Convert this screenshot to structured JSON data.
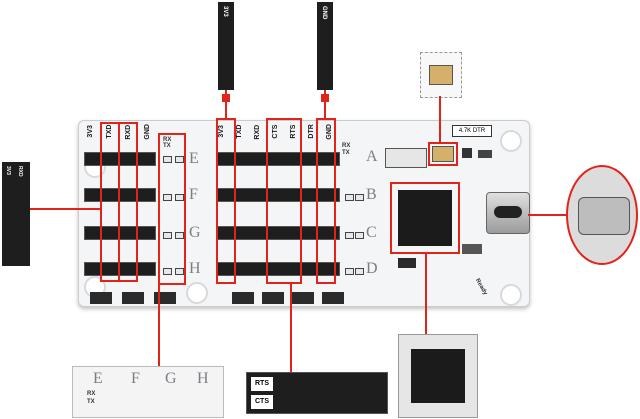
{
  "board": {
    "left_header_labels": [
      "3V3",
      "TXD",
      "RXD",
      "GND"
    ],
    "right_header_labels": [
      "3V3",
      "TXD",
      "RXD",
      "CTS",
      "RTS",
      "DTR",
      "GND"
    ],
    "rxtx_labels": [
      "RX",
      "TX"
    ],
    "channel_letters_left": [
      "E",
      "F",
      "G",
      "H"
    ],
    "channel_letters_right": [
      "A",
      "B",
      "C",
      "D"
    ],
    "resistor_label": "4.7K",
    "dtr_label": "DTR",
    "ready_label": "Ready"
  },
  "callouts": {
    "top_left_header_label": "3V3",
    "top_right_header_label": "GND",
    "left_header_labels": [
      "3V3",
      "RXD"
    ],
    "bottom_left_letters": [
      "E",
      "F",
      "G",
      "H"
    ],
    "bottom_left_rxtx": [
      "RX",
      "TX"
    ],
    "bottom_mid_labels": [
      "RTS",
      "CTS"
    ]
  },
  "colors": {
    "highlight": "#e2231a",
    "board": "#f4f5f7",
    "header": "#1e1e1e"
  }
}
